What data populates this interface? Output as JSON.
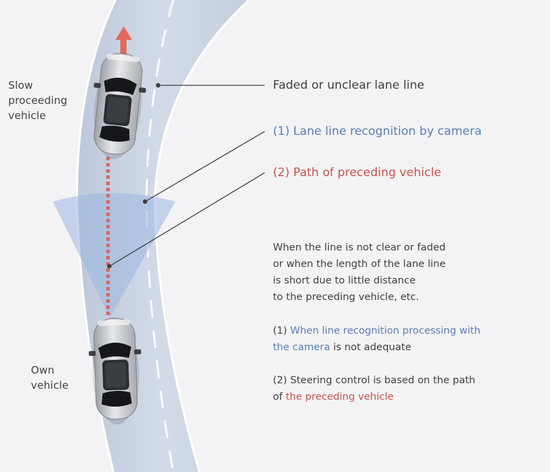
{
  "vehicles": {
    "slow_label": [
      "Slow",
      "proceeding",
      "vehicle"
    ],
    "own_label": [
      "Own",
      "vehicle"
    ]
  },
  "callouts": {
    "faded_lane": "Faded or unclear lane line",
    "camera": "(1) Lane line recognition by camera",
    "path": "(2) Path of preceding vehicle"
  },
  "notes": {
    "condition": [
      "When the line is not clear or faded",
      "or when the length of the lane line",
      "is short due to little distance",
      "to the preceding vehicle, etc."
    ],
    "item1_prefix": "(1) ",
    "item1_highlight_a": "When line recognition processing with",
    "item1_highlight_b": "the camera",
    "item1_suffix": " is not adequate",
    "item2_line1": "(2) Steering control is based on the path",
    "item2_prefix": "of ",
    "item2_highlight": "the preceding vehicle"
  },
  "colors": {
    "background": "#f3f3f5",
    "road": "#c9d3e2",
    "road_edge": "#ffffff",
    "camera_fov": "#9ab7e0",
    "path_dots": "#d9655b",
    "arrow": "#e2685c",
    "car_body": "#d4d6d9",
    "text_blue": "#5a7db4",
    "text_red": "#c8534b"
  }
}
